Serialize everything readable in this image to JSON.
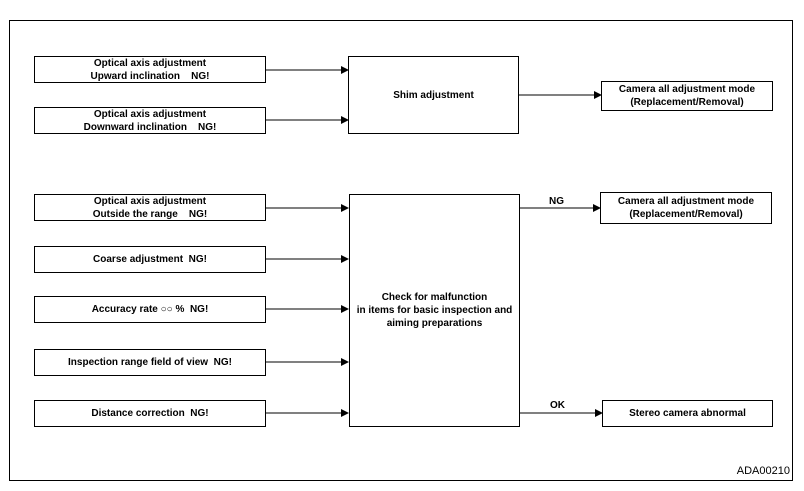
{
  "diagram": {
    "inputs_top": [
      {
        "line1": "Optical axis adjustment",
        "line2": "Upward inclination    NG!"
      },
      {
        "line1": "Optical axis adjustment",
        "line2": "Downward inclination    NG!"
      }
    ],
    "shim_box": "Shim adjustment",
    "camera_mode_top": {
      "line1": "Camera all adjustment mode",
      "line2": "(Replacement/Removal)"
    },
    "inputs_bottom": [
      {
        "line1": "Optical axis adjustment",
        "line2": "Outside the range    NG!"
      },
      {
        "line1": "Coarse adjustment  NG!"
      },
      {
        "line1": "Accuracy rate ○○ %  NG!"
      },
      {
        "line1": "Inspection range field of view  NG!"
      },
      {
        "line1": "Distance correction  NG!"
      }
    ],
    "check_box": {
      "line1": "Check for malfunction",
      "line2": "in items for basic inspection and",
      "line3": "aiming preparations"
    },
    "ng_label": "NG",
    "ok_label": "OK",
    "camera_mode_bottom": {
      "line1": "Camera all adjustment mode",
      "line2": "(Replacement/Removal)"
    },
    "stereo_box": "Stereo camera abnormal",
    "ref_code": "ADA00210"
  }
}
